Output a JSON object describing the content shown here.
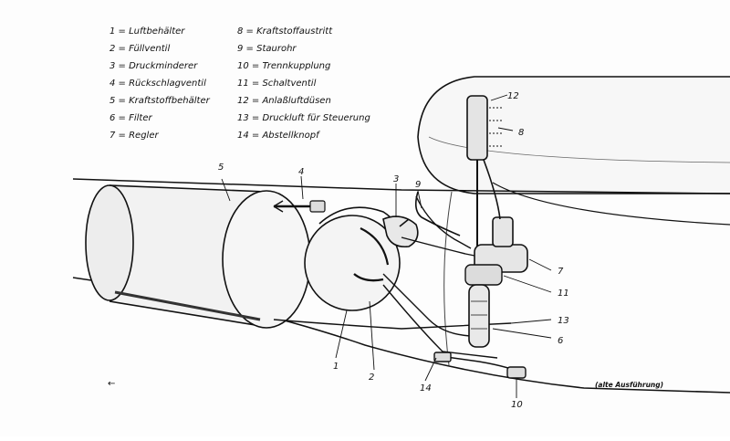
{
  "legend": {
    "left": [
      "1 = Luftbehälter",
      "2 = Füllventil",
      "3 = Druckminderer",
      "4 = Rückschlagventil",
      "5 = Kraftstoffbehälter",
      "6 = Filter",
      "7 = Regler"
    ],
    "right": [
      "8 = Kraftstoffaustritt",
      "9 = Staurohr",
      "10 = Trennkupplung",
      "11 = Schaltventil",
      "12 = Anlaßluftdüsen",
      "13 = Druckluft für Steuerung",
      "14 = Abstellknopf"
    ]
  },
  "callouts": [
    "1",
    "2",
    "3",
    "4",
    "5",
    "6",
    "7",
    "8",
    "9",
    "10",
    "11",
    "12",
    "13",
    "14"
  ],
  "note": "(alte Ausführung)",
  "corner_mark": "←"
}
